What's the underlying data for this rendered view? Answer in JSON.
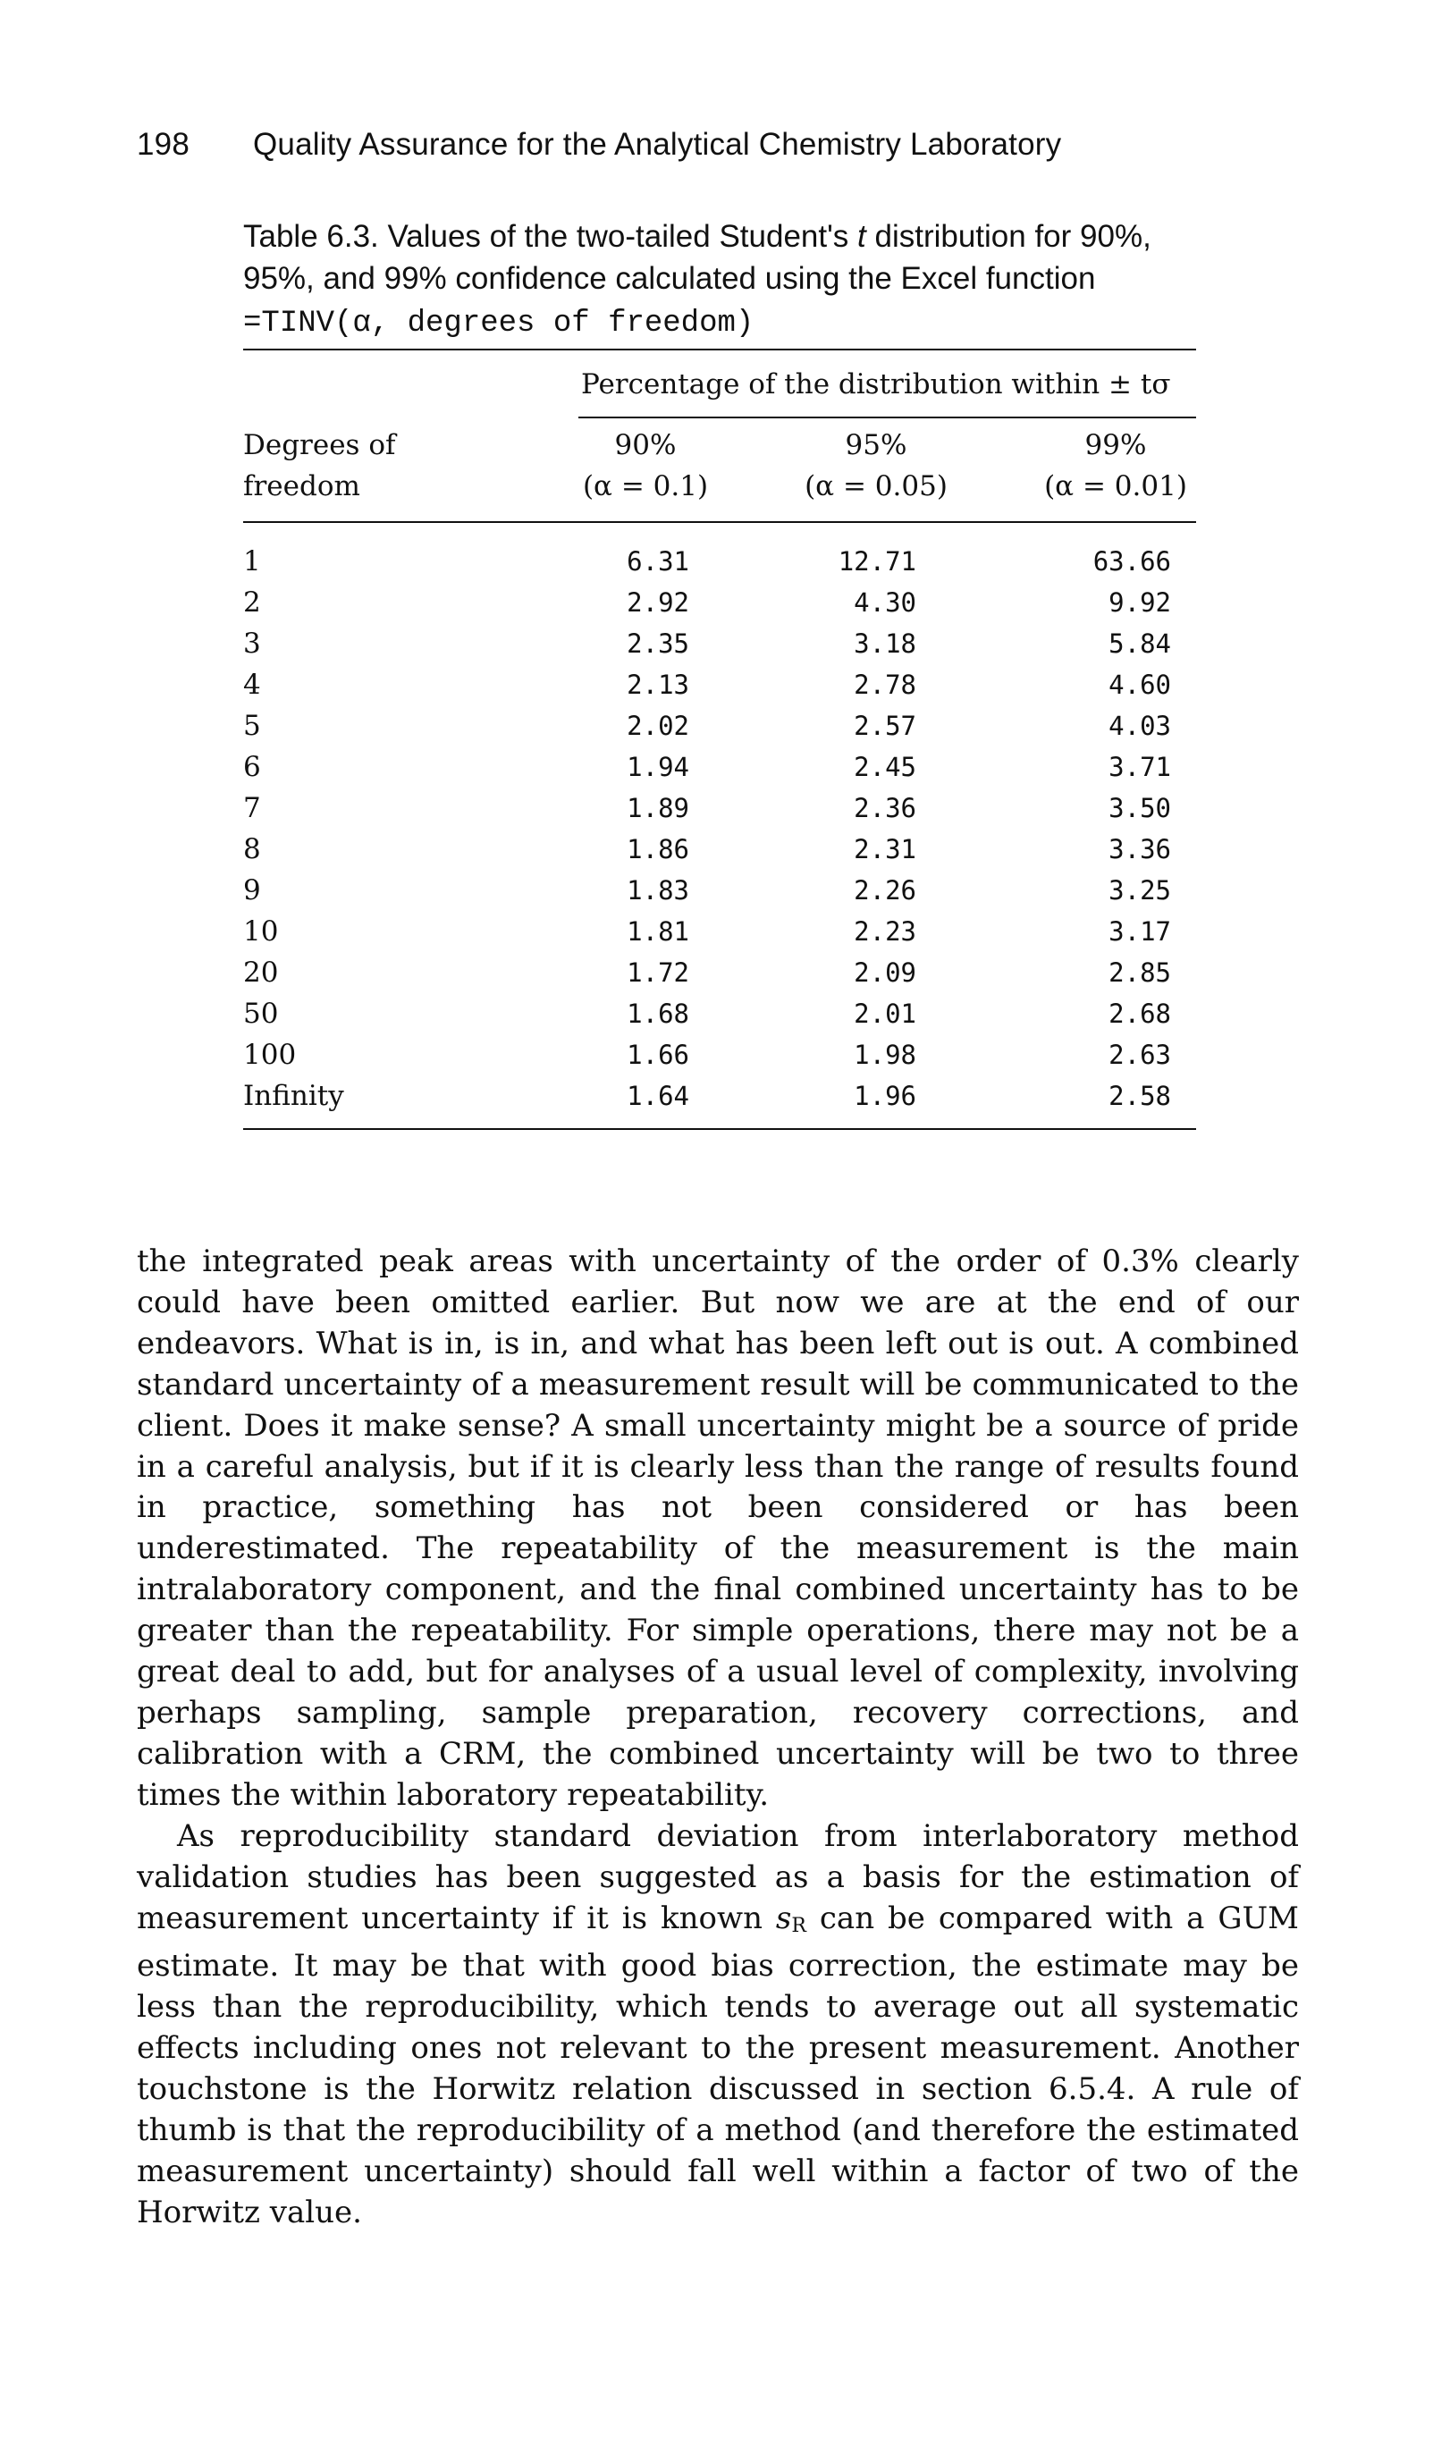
{
  "header": {
    "page_number": "198",
    "running_title": "Quality Assurance for the Analytical Chemistry Laboratory"
  },
  "caption": {
    "prefix": "Table 6.3. Values of the two-tailed Student's ",
    "t_symbol": "t",
    "middle": " distribution for 90%, 95%, and 99% confidence calculated using the Excel function",
    "formula": "=TINV(α, degrees of freedom)"
  },
  "table": {
    "spanner": "Percentage of the distribution within ± tσ",
    "dof_header_line1": "Degrees of",
    "dof_header_line2": "freedom",
    "columns": [
      {
        "pct": "90%",
        "alpha": "(α = 0.1)"
      },
      {
        "pct": "95%",
        "alpha": "(α = 0.05)"
      },
      {
        "pct": "99%",
        "alpha": "(α = 0.01)"
      }
    ],
    "rows": [
      [
        "1",
        "6.31",
        "12.71",
        "63.66"
      ],
      [
        "2",
        "2.92",
        "4.30",
        "9.92"
      ],
      [
        "3",
        "2.35",
        "3.18",
        "5.84"
      ],
      [
        "4",
        "2.13",
        "2.78",
        "4.60"
      ],
      [
        "5",
        "2.02",
        "2.57",
        "4.03"
      ],
      [
        "6",
        "1.94",
        "2.45",
        "3.71"
      ],
      [
        "7",
        "1.89",
        "2.36",
        "3.50"
      ],
      [
        "8",
        "1.86",
        "2.31",
        "3.36"
      ],
      [
        "9",
        "1.83",
        "2.26",
        "3.25"
      ],
      [
        "10",
        "1.81",
        "2.23",
        "3.17"
      ],
      [
        "20",
        "1.72",
        "2.09",
        "2.85"
      ],
      [
        "50",
        "1.68",
        "2.01",
        "2.68"
      ],
      [
        "100",
        "1.66",
        "1.98",
        "2.63"
      ],
      [
        "Infinity",
        "1.64",
        "1.96",
        "2.58"
      ]
    ]
  },
  "body": {
    "paragraph1": "the integrated peak areas with uncertainty of the order of 0.3% clearly could have been omitted earlier. But now we are at the end of our endeavors. What is in, is in, and what has been left out is out. A combined standard uncertainty of a measurement result will be communicated to the client. Does it make sense? A small uncertainty might be a source of pride in a careful analysis, but if it is clearly less than the range of results found in practice, something has not been considered or has been underestimated. The repeatability of the measurement is the main intralaboratory component, and the final combined uncertainty has to be greater than the repeatability. For simple operations, there may not be a great deal to add, but for analyses of a usual level of complexity, involving perhaps sampling, sample preparation, recovery corrections, and calibration with a CRM, the combined uncertainty will be two to three times the within laboratory repeatability.",
    "paragraph2_before": "As reproducibility standard deviation from interlaboratory method validation studies has been suggested as a basis for the estimation of measurement uncertainty if it is known ",
    "paragraph2_symbol": "s",
    "paragraph2_subscript": "R",
    "paragraph2_after": " can be compared with a GUM estimate. It may be that with good bias correction, the estimate may be less than the reproducibility, which tends to average out all systematic effects including ones not relevant to the present measurement. Another touchstone is the Horwitz relation discussed in section 6.5.4. A rule of thumb is that the reproducibility of a method (and therefore the estimated measurement uncertainty) should fall well within a factor of two of the Horwitz value."
  }
}
